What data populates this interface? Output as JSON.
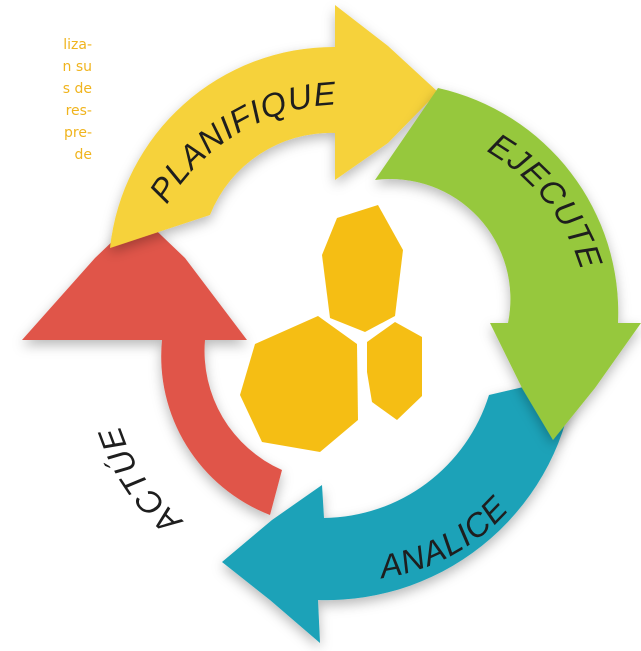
{
  "side_text": [
    "liza-",
    "n su",
    "s de",
    "res-",
    "pre-",
    "de"
  ],
  "steps": [
    {
      "label": "PLANIFIQUE",
      "color": "#f6d23a"
    },
    {
      "label": "EJECUTE",
      "color": "#96c83c"
    },
    {
      "label": "ANALICE",
      "color": "#1aa2b8"
    },
    {
      "label": "ACTÚE",
      "color": "#e05548"
    }
  ],
  "colors": {
    "side_text": "#f0b41e",
    "hexagons": "#f5be14",
    "label_text": "#1e1e1e"
  },
  "icons": [
    "hexagon-cluster-icon"
  ]
}
